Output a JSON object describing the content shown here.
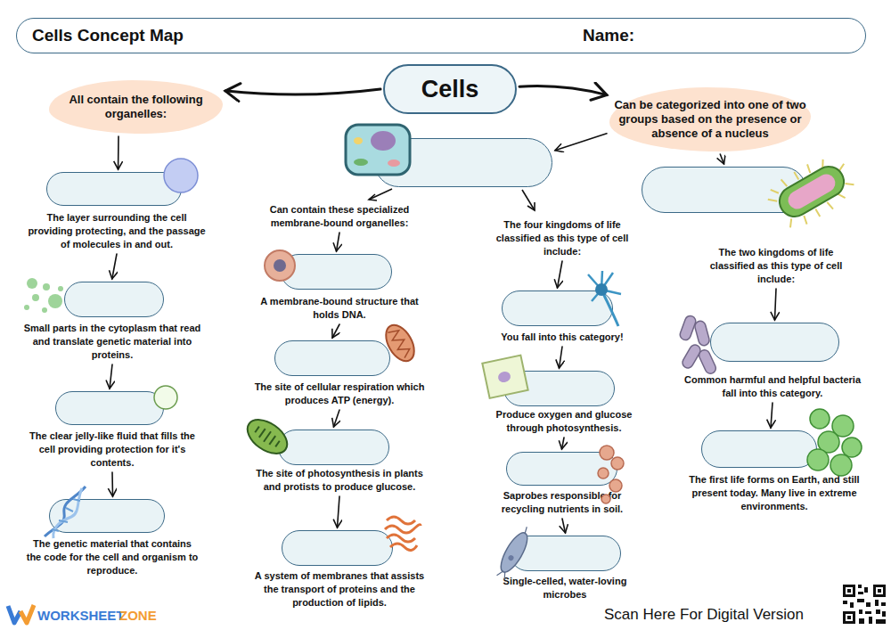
{
  "diagram": {
    "title": "Cells Concept Map",
    "nodes": [
      {
        "text": [
          "Cells"
        ]
      },
      {
        "text": [
          "All contain the following organelles:"
        ]
      },
      {
        "text": [
          "Can be categorized into one of two groups based on the presence or absence of a nucleus"
        ]
      },
      {
        "text": [
          "The layer surrounding the cell providing protecting, and the passage of molecules in and out."
        ]
      },
      {
        "text": [
          "Small parts in the cytoplasm that read and translate genetic material into proteins."
        ]
      },
      {
        "text": [
          "The clear jelly-like fluid that fills the cell providing protection for it's contents."
        ]
      },
      {
        "text": [
          "The genetic material that contains the code for the cell and organism to reproduce."
        ]
      },
      {
        "text": [
          "Can contain these specialized membrane-bound organelles:",
          "The four kingdoms of life classified as this type of cell include:"
        ]
      },
      {
        "text": [
          "A membrane-bound structure that holds DNA."
        ]
      },
      {
        "text": [
          "The site of cellular respiration which produces ATP (energy)."
        ]
      },
      {
        "text": [
          "The site of photosynthesis in plants and protists to produce glucose."
        ]
      },
      {
        "text": [
          "A system of membranes that assists the transport of proteins and the production of lipids."
        ]
      },
      {
        "text": [
          "You fall into this category!"
        ]
      },
      {
        "text": [
          "Produce oxygen and glucose through photosynthesis."
        ]
      },
      {
        "text": [
          "Saprobes responsible for recycling nutrients in soil."
        ]
      },
      {
        "text": [
          "Single-celled, water-loving microbes"
        ]
      },
      {
        "text": [
          "The two kingdoms of life classified as this type of cell include:"
        ]
      },
      {
        "text": [
          "Common harmful and helpful bacteria fall into this category."
        ]
      },
      {
        "text": [
          "The first life forms on Earth, and still present today. Many live in extreme environments."
        ]
      }
    ],
    "edges": [
      {
        "from": 0,
        "to": 1,
        "arrow": "to"
      },
      {
        "from": 0,
        "to": 2,
        "arrow": "to"
      },
      {
        "from": 1,
        "to": 3,
        "arrow": "to"
      },
      {
        "from": 3,
        "to": 4,
        "arrow": "to"
      },
      {
        "from": 4,
        "to": 5,
        "arrow": "to"
      },
      {
        "from": 5,
        "to": 6,
        "arrow": "to"
      },
      {
        "from": 2,
        "to": 7,
        "arrow": "to"
      },
      {
        "from": 2,
        "to": 16,
        "arrow": "to"
      },
      {
        "from": 7,
        "to": 8,
        "arrow": "to"
      },
      {
        "from": 8,
        "to": 9,
        "arrow": "to"
      },
      {
        "from": 9,
        "to": 10,
        "arrow": "to"
      },
      {
        "from": 10,
        "to": 11,
        "arrow": "to"
      },
      {
        "from": 7,
        "to": 12,
        "arrow": "to"
      },
      {
        "from": 12,
        "to": 13,
        "arrow": "to"
      },
      {
        "from": 13,
        "to": 14,
        "arrow": "to"
      },
      {
        "from": 14,
        "to": 15,
        "arrow": "to"
      },
      {
        "from": 16,
        "to": 17,
        "arrow": "to"
      },
      {
        "from": 17,
        "to": 18,
        "arrow": "to"
      }
    ],
    "labels": [
      "Name:",
      "WORKSHEET",
      "ZONE",
      "Scan Here For Digital Version"
    ]
  }
}
